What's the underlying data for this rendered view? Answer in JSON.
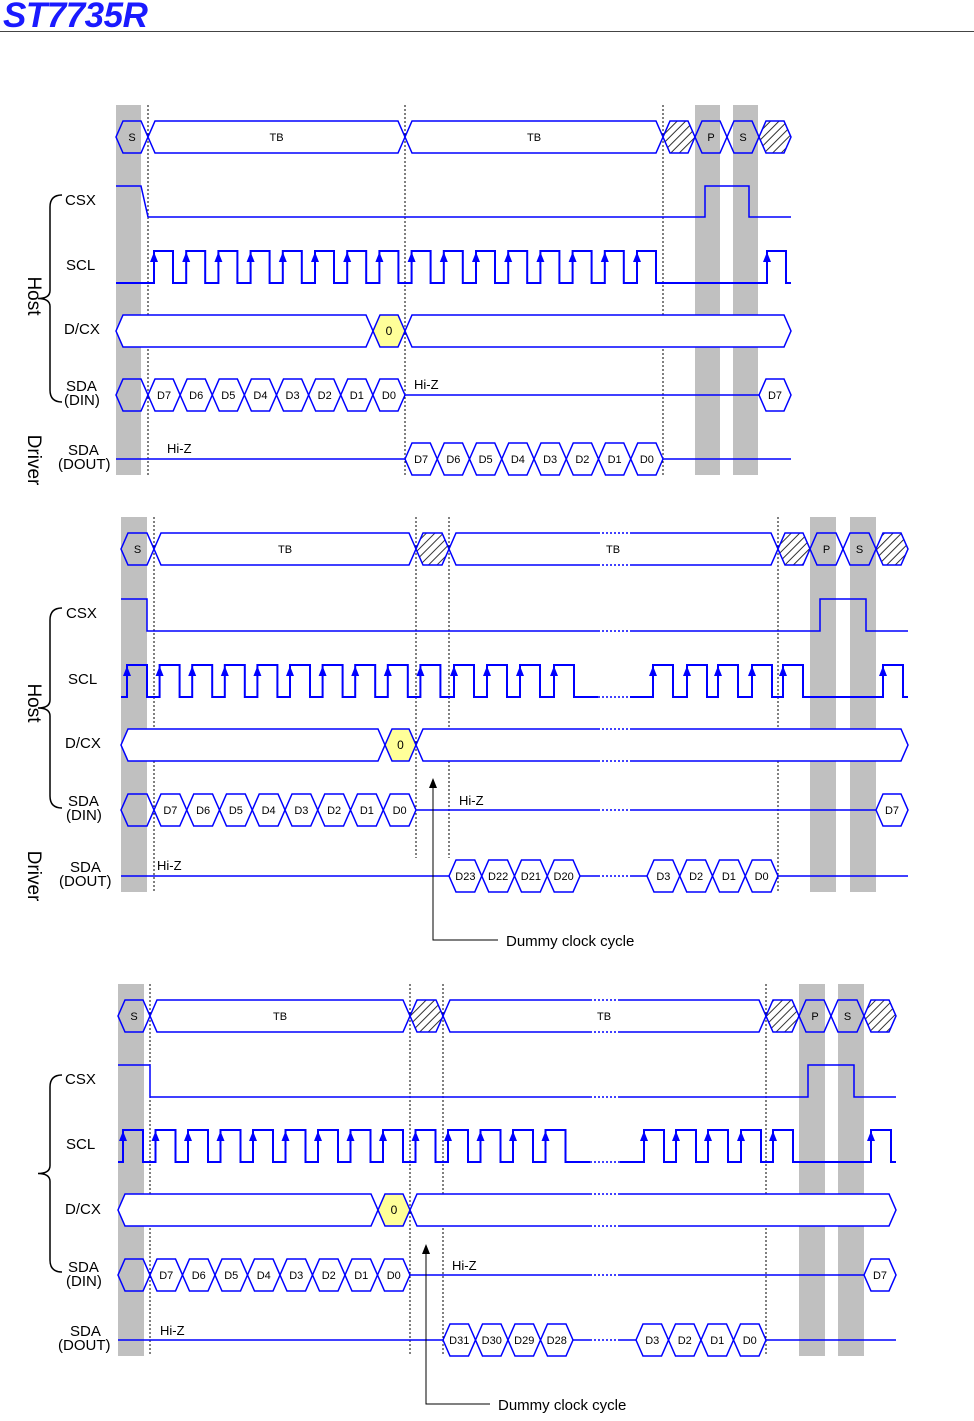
{
  "header": {
    "title": "ST7735R"
  },
  "colors": {
    "signal": "#0000ff",
    "gray_bar": "#c0c0c0",
    "highlight": "#ffff99",
    "text": "#000000"
  },
  "diagrams": [
    {
      "signals": {
        "csx": "CSX",
        "scl": "SCL",
        "dcx": "D/CX",
        "din": [
          "SDA",
          "(DIN)"
        ],
        "dout": [
          "SDA",
          "(DOUT)"
        ]
      },
      "groups": {
        "host": "Host",
        "driver": "Driver"
      },
      "bus": [
        "S",
        "TB",
        "TB",
        "",
        "P",
        "S",
        ""
      ],
      "dcx_value": "0",
      "din_bytes": [
        "D7",
        "D6",
        "D5",
        "D4",
        "D3",
        "D2",
        "D1",
        "D0"
      ],
      "din_tail": "D7",
      "din_hiz": "Hi-Z",
      "dout_hiz": "Hi-Z",
      "dout_bytes_a": [
        "D7",
        "D6",
        "D5",
        "D4",
        "D3",
        "D2",
        "D1",
        "D0"
      ]
    },
    {
      "signals": {
        "csx": "CSX",
        "scl": "SCL",
        "dcx": "D/CX",
        "din": [
          "SDA",
          "(DIN)"
        ],
        "dout": [
          "SDA",
          "(DOUT)"
        ]
      },
      "groups": {
        "host": "Host",
        "driver": "Driver"
      },
      "bus": [
        "S",
        "TB",
        "",
        "TB",
        "",
        "P",
        "S",
        ""
      ],
      "dcx_value": "0",
      "din_bytes": [
        "D7",
        "D6",
        "D5",
        "D4",
        "D3",
        "D2",
        "D1",
        "D0"
      ],
      "din_tail": "D7",
      "din_hiz": "Hi-Z",
      "dout_hiz": "Hi-Z",
      "dout_bytes_a": [
        "D23",
        "D22",
        "D21",
        "D20"
      ],
      "dout_bytes_b": [
        "D3",
        "D2",
        "D1",
        "D0"
      ],
      "annotation": "Dummy clock cycle"
    },
    {
      "signals": {
        "csx": "CSX",
        "scl": "SCL",
        "dcx": "D/CX",
        "din": [
          "SDA",
          "(DIN)"
        ],
        "dout": [
          "SDA",
          "(DOUT)"
        ]
      },
      "bus": [
        "S",
        "TB",
        "",
        "TB",
        "",
        "P",
        "S",
        ""
      ],
      "dcx_value": "0",
      "din_bytes": [
        "D7",
        "D6",
        "D5",
        "D4",
        "D3",
        "D2",
        "D1",
        "D0"
      ],
      "din_tail": "D7",
      "din_hiz": "Hi-Z",
      "dout_hiz": "Hi-Z",
      "dout_bytes_a": [
        "D31",
        "D30",
        "D29",
        "D28"
      ],
      "dout_bytes_b": [
        "D3",
        "D2",
        "D1",
        "D0"
      ],
      "annotation": "Dummy clock cycle"
    }
  ]
}
